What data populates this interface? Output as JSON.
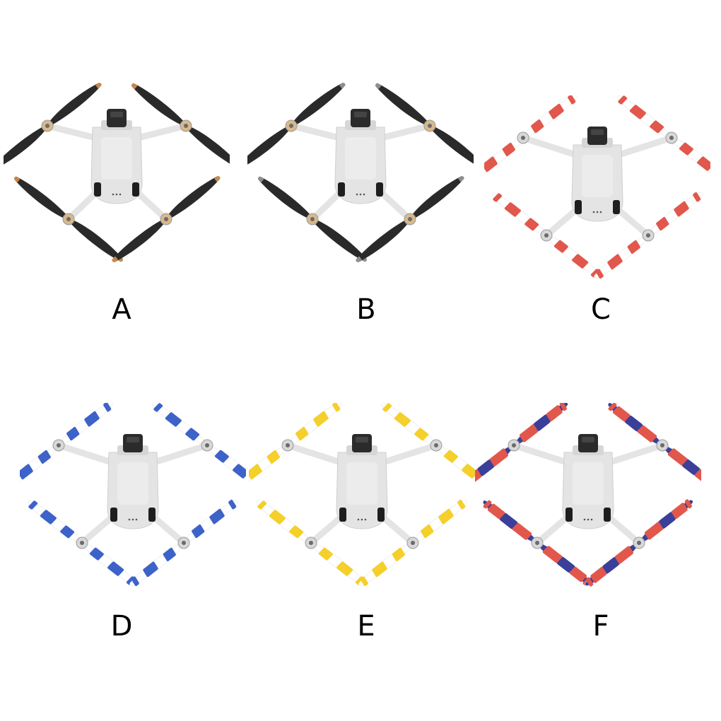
{
  "variants": [
    {
      "label": "A",
      "style": "solid",
      "color": "#2a2a2a",
      "accent": "#c8874a",
      "hub": "#d9b88a"
    },
    {
      "label": "B",
      "style": "solid",
      "color": "#2a2a2a",
      "accent": "#8f8f8f",
      "hub": "#d9b88a"
    },
    {
      "label": "C",
      "style": "striped",
      "color": "#e2574c",
      "accent": "#ffffff",
      "hub": "#d8d8d8"
    },
    {
      "label": "D",
      "style": "striped",
      "color": "#3d62c9",
      "accent": "#ffffff",
      "hub": "#d8d8d8"
    },
    {
      "label": "E",
      "style": "striped",
      "color": "#f5cf2a",
      "accent": "#ffffff",
      "hub": "#d8d8d8"
    },
    {
      "label": "F",
      "style": "dual",
      "color": "#e2574c",
      "accent": "#3a3f9a",
      "hub": "#d8d8d8"
    }
  ],
  "drone_body_color": "#e4e4e4",
  "camera_color": "#2b2b2b"
}
